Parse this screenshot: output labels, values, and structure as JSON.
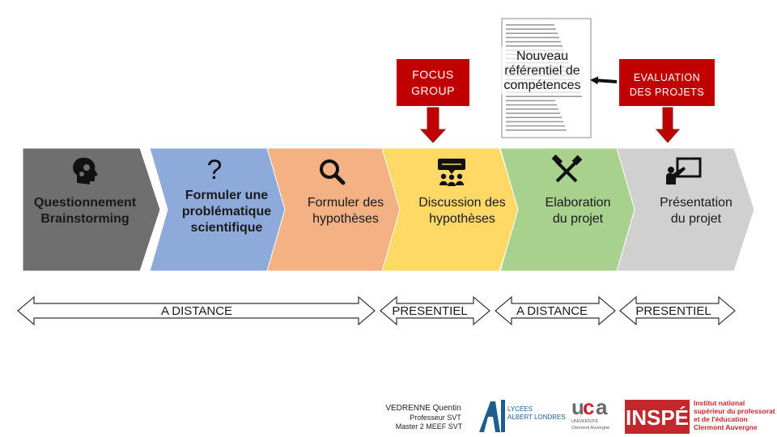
{
  "steps": [
    {
      "label_lines": [
        "Questionnement",
        "Brainstorming"
      ],
      "color": "#6f6f6f",
      "icon": "head-gears-icon"
    },
    {
      "label_lines": [
        "Formuler une",
        "problématique",
        "scientifique"
      ],
      "color": "#8eaadb",
      "icon": "question-mark-icon"
    },
    {
      "label_lines": [
        "Formuler des",
        "hypothèses"
      ],
      "color": "#f4b183",
      "icon": "magnifier-icon"
    },
    {
      "label_lines": [
        "Discussion des",
        "hypothèses"
      ],
      "color": "#ffd966",
      "icon": "group-discussion-icon"
    },
    {
      "label_lines": [
        "Elaboration",
        "du projet"
      ],
      "color": "#a9d18e",
      "icon": "tools-icon"
    },
    {
      "label_lines": [
        "Présentation",
        "du projet"
      ],
      "color": "#d0d0d0",
      "icon": "presenter-board-icon"
    }
  ],
  "callouts": {
    "focus_group": [
      "FOCUS",
      "GROUP"
    ],
    "evaluation": [
      "EVALUATION",
      "DES PROJETS"
    ],
    "focus_color": "#c00000",
    "evaluation_color": "#c00000"
  },
  "note": [
    "Nouveau",
    "référentiel de",
    "compétences"
  ],
  "phases": [
    "A DISTANCE",
    "PRESENTIEL",
    "A DISTANCE",
    "PRESENTIEL"
  ],
  "author": [
    "VEDRENNE Quentin",
    "Professeur SVT",
    "Master 2 MEEF SVT"
  ],
  "logos": {
    "lycees": [
      "LYCÉES",
      "ALBERT LONDRES"
    ],
    "uca": [
      "UNIVERSITÉ",
      "Clermont Auvergne"
    ],
    "inspe_mark": "INSPÉ",
    "inspe_text": [
      "Institut national",
      "supérieur du professorat",
      "et de l'éducation",
      "Clermont Auvergne"
    ]
  }
}
